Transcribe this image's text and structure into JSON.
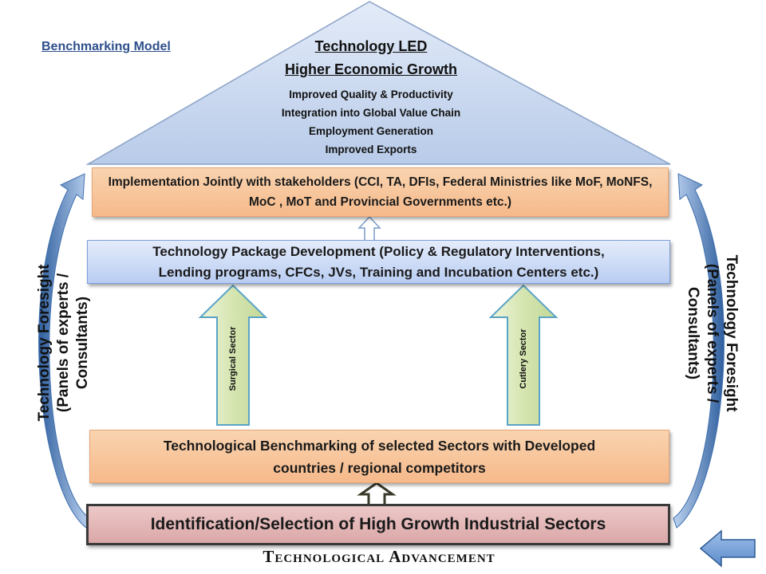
{
  "title": "Benchmarking Model",
  "roof": {
    "heading_line1": "Technology LED",
    "heading_line2": "Higher Economic Growth",
    "items": [
      "Improved Quality & Productivity",
      "Integration into Global Value Chain",
      "Employment Generation",
      "Improved Exports"
    ]
  },
  "implementation_text": "Implementation Jointly with stakeholders (CCI, TA, DFIs, Federal Ministries like MoF, MoNFS, MoC , MoT and Provincial Governments etc.)",
  "package_line1": "Technology Package Development (Policy & Regulatory Interventions,",
  "package_line2": "Lending programs, CFCs, JVs, Training  and Incubation Centers etc.)",
  "sector_arrows": [
    "Surgical Sector",
    "Cutlery Sector"
  ],
  "benchmarking_line1": "Technological Benchmarking of selected Sectors with Developed",
  "benchmarking_line2": "countries / regional competitors",
  "identification_text": "Identification/Selection of High Growth Industrial Sectors",
  "foresight": {
    "line1": "Technology Foresight",
    "line2": "(Panels of experts /",
    "line3": "Consultants)"
  },
  "footer": "Technological Advancement",
  "colors": {
    "roof": "#c9d8f0",
    "orange_box": "#f8c49a",
    "blue_box": "#cfdcf6",
    "pink_box": "#e3b4b4",
    "sector_arrow": "#d7e6b4",
    "side_arrow": "#4f81bd",
    "nav_arrow": "#6d9bd8"
  }
}
